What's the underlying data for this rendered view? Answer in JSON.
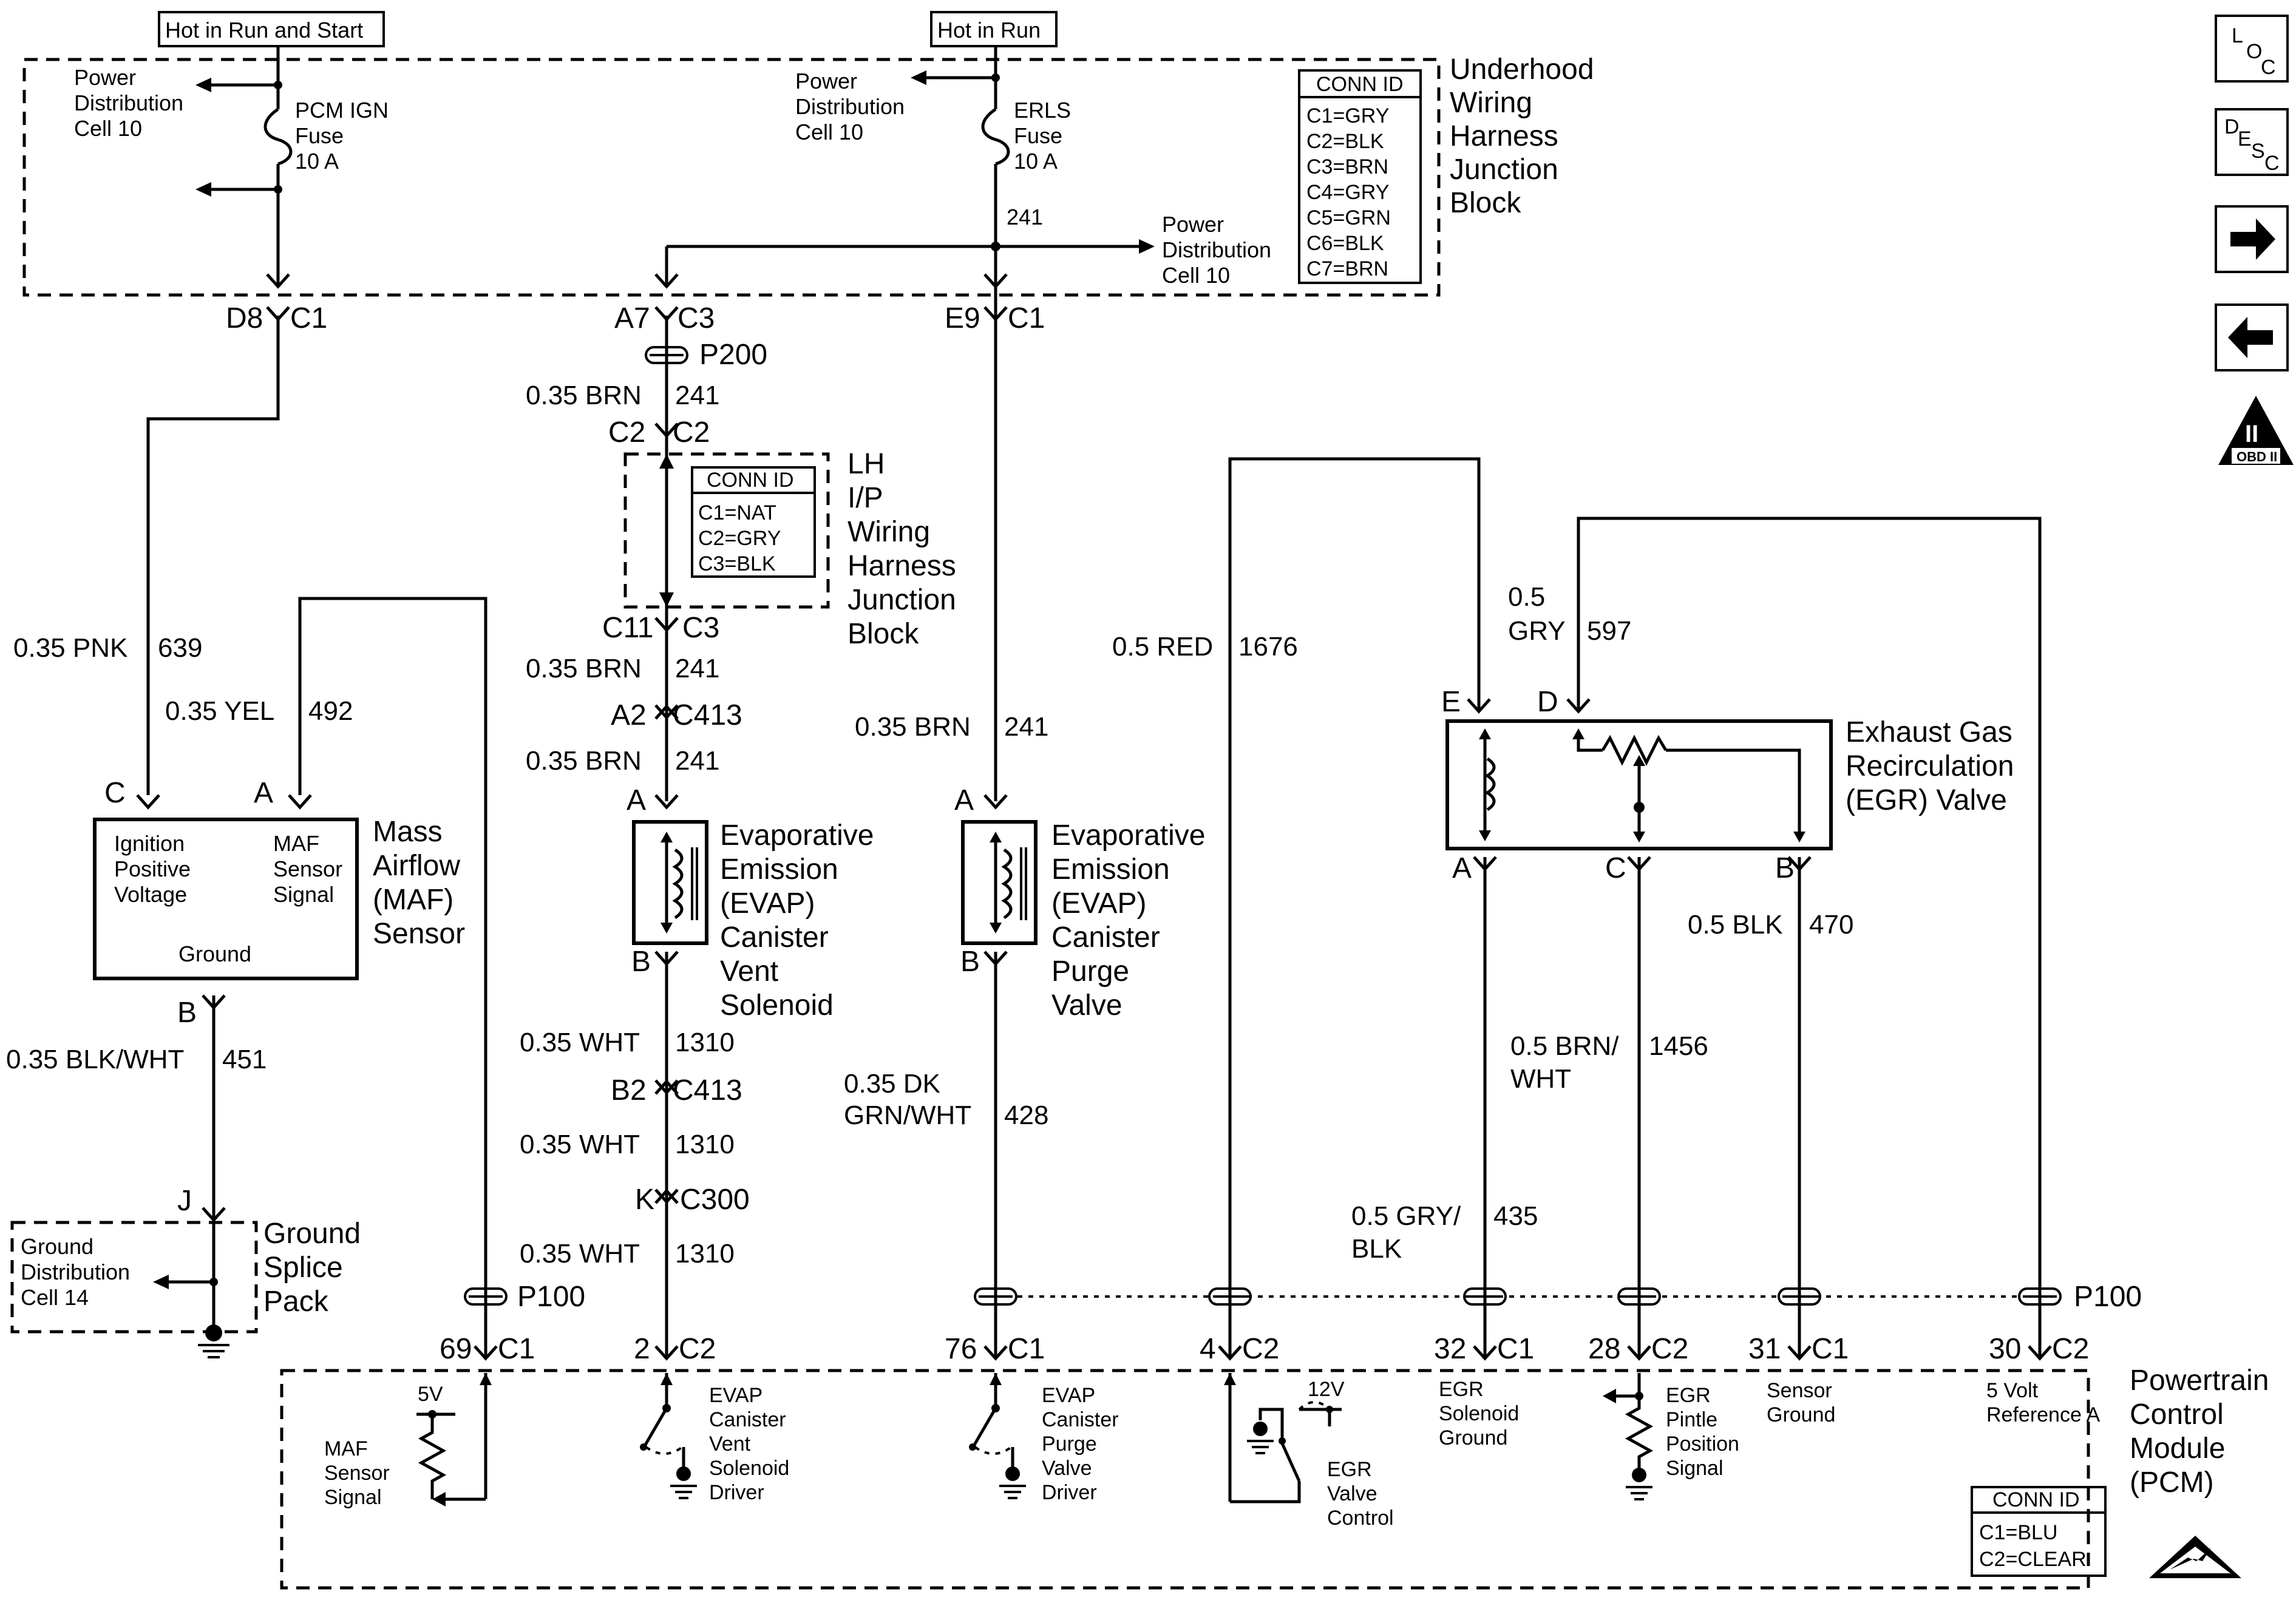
{
  "supply": {
    "hot_run_start": "Hot in Run and Start",
    "hot_run": "Hot in Run"
  },
  "underhood": {
    "title": [
      "Underhood",
      "Wiring",
      "Harness",
      "Junction",
      "Block"
    ],
    "pdc_left": [
      "Power",
      "Distribution",
      "Cell 10"
    ],
    "pdc_mid": [
      "Power",
      "Distribution",
      "Cell 10"
    ],
    "pdc_right": [
      "Power",
      "Distribution",
      "Cell 10"
    ],
    "fuse_pcm": [
      "PCM IGN",
      "Fuse",
      "10 A"
    ],
    "fuse_erls": [
      "ERLS",
      "Fuse",
      "10 A"
    ],
    "circuit_241": "241",
    "conn_title": "CONN ID",
    "conn_items": [
      "C1=GRY",
      "C2=BLK",
      "C3=BRN",
      "C4=GRY",
      "C5=GRN",
      "C6=BLK",
      "C7=BRN"
    ]
  },
  "connectors_top": {
    "d8": "D8",
    "c1a": "C1",
    "a7": "A7",
    "c3a": "C3",
    "e9": "E9",
    "c1b": "C1"
  },
  "p200": "P200",
  "lhip": {
    "title": [
      "LH",
      "I/P",
      "Wiring",
      "Harness",
      "Junction",
      "Block"
    ],
    "conn_title": "CONN ID",
    "conn_items": [
      "C1=NAT",
      "C2=GRY",
      "C3=BLK"
    ],
    "c2_left": "C2",
    "c2_right": "C2",
    "c11": "C11",
    "c3": "C3"
  },
  "wires": {
    "w639": [
      "0.35 PNK",
      "639"
    ],
    "w492": [
      "0.35 YEL",
      "492"
    ],
    "w451": [
      "0.35 BLK/WHT",
      "451"
    ],
    "w241a": [
      "0.35 BRN",
      "241"
    ],
    "w241b": [
      "0.35 BRN",
      "241"
    ],
    "w241c": [
      "0.35 BRN",
      "241"
    ],
    "w241d": [
      "0.35 BRN",
      "241"
    ],
    "w1310a": [
      "0.35 WHT",
      "1310"
    ],
    "w1310b": [
      "0.35 WHT",
      "1310"
    ],
    "w1310c": [
      "0.35 WHT",
      "1310"
    ],
    "w428": [
      "0.35 DK",
      "GRN/WHT",
      "428"
    ],
    "w1676": [
      "0.5 RED",
      "1676"
    ],
    "w597": [
      "0.5",
      "GRY",
      "597"
    ],
    "w470": [
      "0.5 BLK",
      "470"
    ],
    "w1456": [
      "0.5 BRN/",
      "WHT",
      "1456"
    ],
    "w435": [
      "0.5 GRY/",
      "BLK",
      "435"
    ]
  },
  "inline": {
    "a2": "A2",
    "c413a": "C413",
    "b2": "B2",
    "c413b": "C413",
    "k": "K",
    "c300": "C300"
  },
  "maf": {
    "title": [
      "Mass",
      "Airflow",
      "(MAF)",
      "Sensor"
    ],
    "ign": [
      "Ignition",
      "Positive",
      "Voltage"
    ],
    "sig": [
      "MAF",
      "Sensor",
      "Signal"
    ],
    "ground": "Ground",
    "pin_c": "C",
    "pin_a": "A",
    "pin_b": "B"
  },
  "vent": {
    "title": [
      "Evaporative",
      "Emission",
      "(EVAP)",
      "Canister",
      "Vent",
      "Solenoid"
    ],
    "pin_a": "A",
    "pin_b": "B"
  },
  "purge": {
    "title": [
      "Evaporative",
      "Emission",
      "(EVAP)",
      "Canister",
      "Purge",
      "Valve"
    ],
    "pin_a": "A",
    "pin_b": "B"
  },
  "egr": {
    "title": [
      "Exhaust Gas",
      "Recirculation",
      "(EGR) Valve"
    ],
    "pin_e": "E",
    "pin_d": "D",
    "pin_a": "A",
    "pin_c": "C",
    "pin_b": "B"
  },
  "splice": {
    "title": [
      "Ground",
      "Splice",
      "Pack"
    ],
    "cell": [
      "Ground",
      "Distribution",
      "Cell 14"
    ],
    "pin_j": "J"
  },
  "p100": "P100",
  "pcm": {
    "title": [
      "Powertrain",
      "Control",
      "Module",
      "(PCM)"
    ],
    "pins": [
      {
        "num": "69",
        "conn": "C1"
      },
      {
        "num": "2",
        "conn": "C2"
      },
      {
        "num": "76",
        "conn": "C1"
      },
      {
        "num": "4",
        "conn": "C2"
      },
      {
        "num": "32",
        "conn": "C1"
      },
      {
        "num": "28",
        "conn": "C2"
      },
      {
        "num": "31",
        "conn": "C1"
      },
      {
        "num": "30",
        "conn": "C2"
      }
    ],
    "v5": "5V",
    "v12": "12V",
    "maf_sig": [
      "MAF",
      "Sensor",
      "Signal"
    ],
    "vent_drv": [
      "EVAP",
      "Canister",
      "Vent",
      "Solenoid",
      "Driver"
    ],
    "purge_drv": [
      "EVAP",
      "Canister",
      "Purge",
      "Valve",
      "Driver"
    ],
    "egr_ctl": [
      "EGR",
      "Valve",
      "Control"
    ],
    "egr_gnd": [
      "EGR",
      "Solenoid",
      "Ground"
    ],
    "egr_pintle": [
      "EGR",
      "Pintle",
      "Position",
      "Signal"
    ],
    "sensor_gnd": [
      "Sensor",
      "Ground"
    ],
    "ref5": [
      "5 Volt",
      "Reference A"
    ],
    "conn_title": "CONN ID",
    "conn_items": [
      "C1=BLU",
      "C2=CLEAR"
    ]
  },
  "nav": {
    "loc": [
      "L",
      "O",
      "C"
    ],
    "desc": [
      "D",
      "E",
      "S",
      "C"
    ],
    "obd": [
      "II",
      "OBD II"
    ]
  },
  "icons": [
    "forward-arrow-icon",
    "back-arrow-icon",
    "obd-ii-icon",
    "esd-warning-icon",
    "fuse-icon",
    "resistor-icon",
    "coil-icon",
    "ground-icon"
  ]
}
